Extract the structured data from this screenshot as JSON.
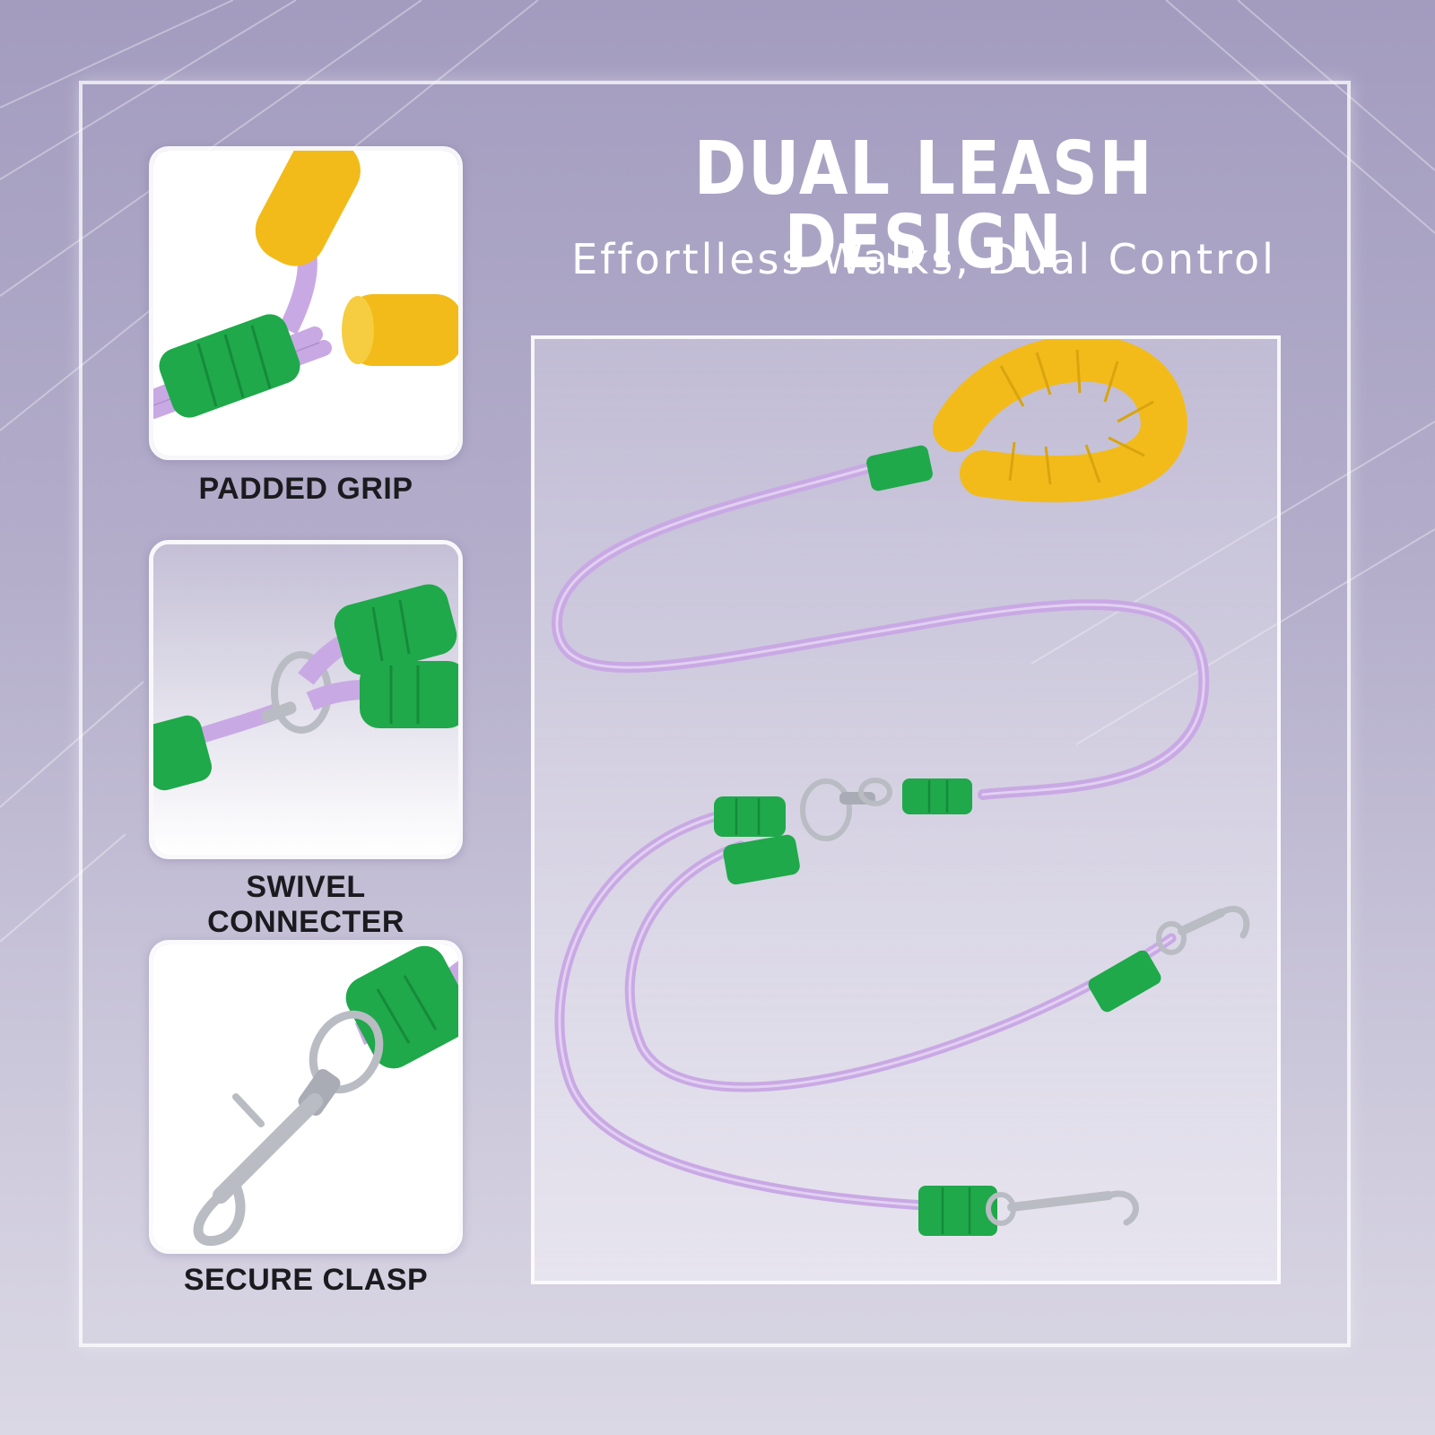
{
  "headline": "DUAL LEASH DESIGN",
  "subheadline": "Effortlless Walks, Dual Control",
  "features": [
    {
      "label": "PADDED GRIP",
      "icon": "padded-grip-photo"
    },
    {
      "label": "SWIVEL CONNECTER",
      "icon": "swivel-connecter-photo"
    },
    {
      "label": "SECURE CLASP",
      "icon": "secure-clasp-photo"
    }
  ],
  "colors": {
    "leash": "#c9a9e4",
    "grip": "#f2bb1a",
    "sleeve": "#1fa94a",
    "metal": "#b9bcc3",
    "background": "#a9a3c4"
  }
}
